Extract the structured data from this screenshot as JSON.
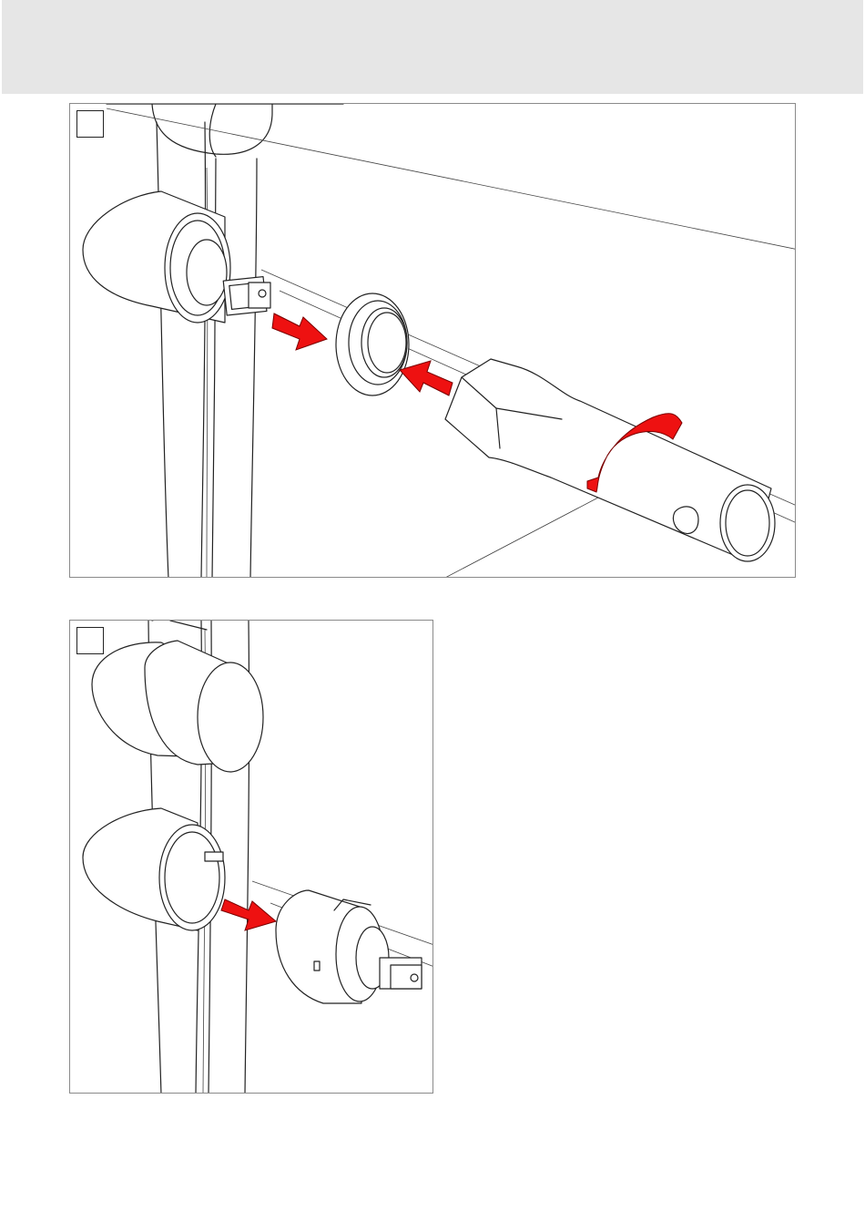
{
  "document": {
    "panels": [
      {
        "step_label": "",
        "arrows": [
          "push-right-arrow",
          "push-left-arrow",
          "rotate-arrow"
        ]
      },
      {
        "step_label": "",
        "arrows": [
          "pull-out-arrow"
        ]
      }
    ],
    "colors": {
      "arrow": "#ee1111",
      "header_band": "#e6e6e6",
      "line": "#222222"
    }
  }
}
